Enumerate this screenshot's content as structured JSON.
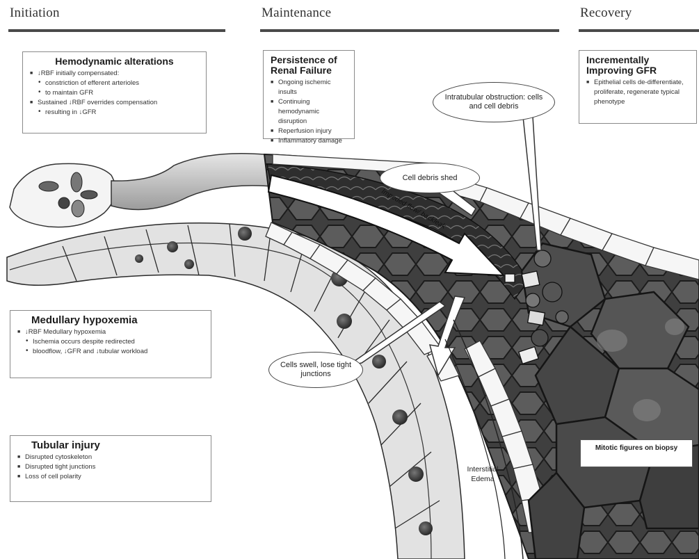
{
  "phases": [
    {
      "label": "Initiation"
    },
    {
      "label": "Maintenance"
    },
    {
      "label": "Recovery"
    }
  ],
  "boxes": {
    "hemodynamic": {
      "title": "Hemodynamic alterations",
      "items": [
        {
          "text": "↓RBF initially compensated:",
          "sub": false
        },
        {
          "text": "constriction of efferent arterioles",
          "sub": true
        },
        {
          "text": "to maintain GFR",
          "sub": true
        },
        {
          "text": "Sustained ↓RBF overrides compensation",
          "sub": false
        },
        {
          "text": "resulting in ↓GFR",
          "sub": true
        }
      ]
    },
    "persistence": {
      "title": "Persistence of Renal Failure",
      "items": [
        {
          "text": "Ongoing ischemic insults",
          "sub": false
        },
        {
          "text": "Continuing hemodynamic disruption",
          "sub": false
        },
        {
          "text": "Reperfusion injury",
          "sub": false
        },
        {
          "text": "Inflammatory damage",
          "sub": false
        }
      ]
    },
    "improving": {
      "title": "Incrementally Improving GFR",
      "items": [
        {
          "text": "Epithelial cells de-differentiate, proliferate, regenerate typical phenotype",
          "sub": false
        }
      ]
    },
    "medullary": {
      "title": "Medullary hypoxemia",
      "items": [
        {
          "text": "↓RBF Medullary hypoxemia",
          "sub": false
        },
        {
          "text": "Ischemia occurs despite redirected",
          "sub": true
        },
        {
          "text": "bloodflow, ↓GFR and ↓tubular workload",
          "sub": true
        }
      ]
    },
    "tubular": {
      "title": "Tubular injury",
      "items": [
        {
          "text": "Disrupted cytoskeleton",
          "sub": false
        },
        {
          "text": "Disrupted tight junctions",
          "sub": false
        },
        {
          "text": "Loss of cell polarity",
          "sub": false
        }
      ]
    }
  },
  "callouts": {
    "obstruction": "Intratubular obstruction: cells and cell debris",
    "debris": "Cell debris shed",
    "swell": "Cells swell, lose tight junctions"
  },
  "labels": {
    "flow": "Impeded flow/ backleak",
    "edema": "Interstitial Edema",
    "mitotic": "Mitotic figures on biopsy"
  },
  "colors": {
    "rule": "#4a4a4a",
    "tubule_dark": "#3a3a3a",
    "cell_light": "#d8d8d8",
    "cell_mid": "#9a9a9a"
  }
}
